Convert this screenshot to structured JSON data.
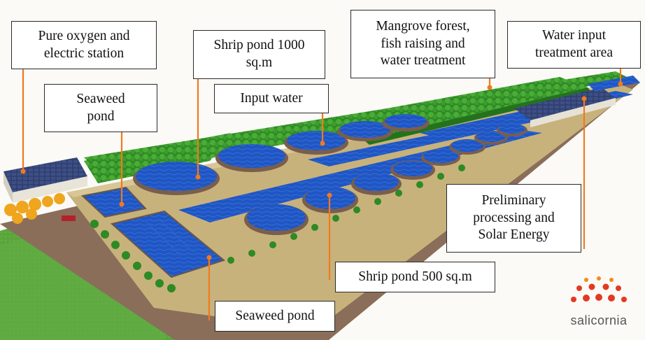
{
  "labels": {
    "oxygen_station": "Pure oxygen and\nelectric station",
    "pond_1000": "Shrip pond 1000\nsq.m",
    "mangrove": "Mangrove forest,\nfish raising and\nwater treatment",
    "water_input": "Water input\ntreatment area",
    "seaweed_upper": "Seaweed\npond",
    "input_water": "Input water",
    "preliminary": "Preliminary\nprocessing and\nSolar Energy",
    "pond_500": "Shrip pond 500 sq.m",
    "seaweed_lower": "Seaweed pond"
  },
  "brand": {
    "name": "salicornia"
  },
  "colors": {
    "leader_line": "#f07a1e",
    "leader_dot": "#f07a1e",
    "pond_blue": "#1f56c4",
    "canopy_green": "#3a9a2e",
    "ground": "#c8b27c",
    "logo_red": "#e23a22",
    "logo_orange": "#f28a1c"
  }
}
